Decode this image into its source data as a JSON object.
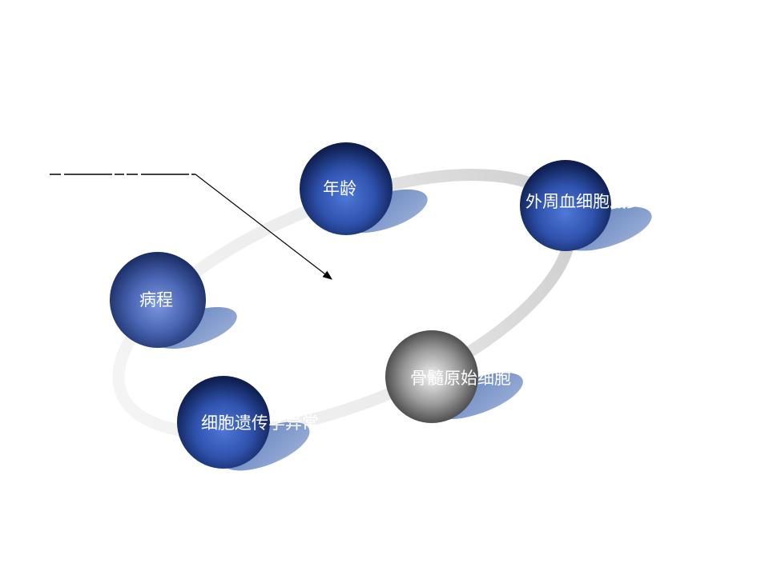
{
  "diagram": {
    "nodes": [
      {
        "id": "age",
        "label": "年龄",
        "style": "blue"
      },
      {
        "id": "wbc",
        "label": "外周血细胞减少",
        "style": "blue"
      },
      {
        "id": "course",
        "label": "病程",
        "style": "blue"
      },
      {
        "id": "blast",
        "label": "骨髓原始细胞",
        "style": "gray"
      },
      {
        "id": "cyto",
        "label": "细胞遗传学异常",
        "style": "blue"
      }
    ],
    "connector": {
      "has_arrow": true
    }
  },
  "colors": {
    "node_blue": "#3a5cb8",
    "node_blue_dark": "#0f2150",
    "node_gray": "#8a8a8a",
    "shadow": "#7e97c4",
    "ring": "#d8d8d8",
    "arrow": "#000000"
  }
}
